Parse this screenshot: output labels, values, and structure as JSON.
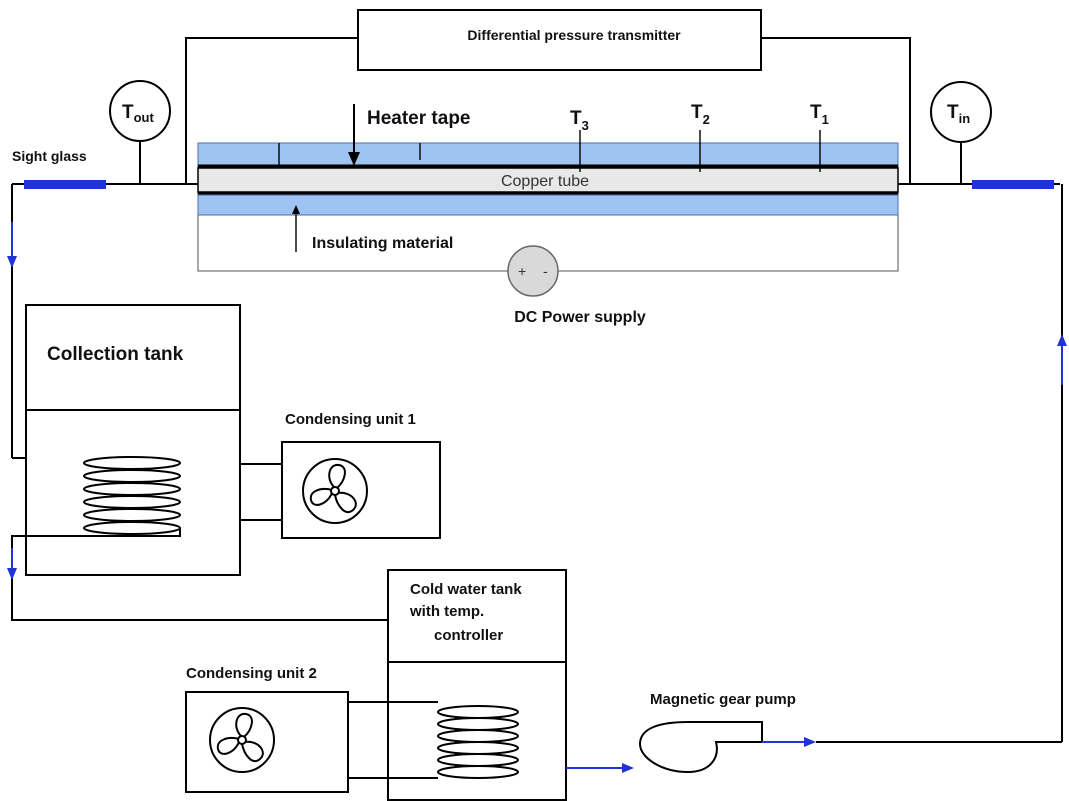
{
  "labels": {
    "dp_transmitter": "Differential pressure transmitter",
    "t_out_main": "T",
    "t_out_sub": "out",
    "t_in_main": "T",
    "t_in_sub": "in",
    "sight_glass": "Sight glass",
    "heater_tape": "Heater tape",
    "t3_main": "T",
    "t3_sub": "3",
    "t2_main": "T",
    "t2_sub": "2",
    "t1_main": "T",
    "t1_sub": "1",
    "copper_tube": "Copper tube",
    "insulating_material": "Insulating material",
    "dc_power_supply": "DC Power supply",
    "plus": "+",
    "minus": "-",
    "collection_tank": "Collection tank",
    "condensing_unit_1": "Condensing unit 1",
    "cold_water_tank_1": "Cold water tank",
    "cold_water_tank_2": "with temp.",
    "cold_water_tank_3": "controller",
    "condensing_unit_2": "Condensing unit 2",
    "magnetic_gear_pump": "Magnetic gear pump"
  },
  "colors": {
    "insulation": "#9fc3f3",
    "copper_tube": "#e8e8e8",
    "sight_glass": "#1f33d8",
    "flow_arrow": "#1f33d8",
    "power_supply": "#d9d9d9"
  }
}
